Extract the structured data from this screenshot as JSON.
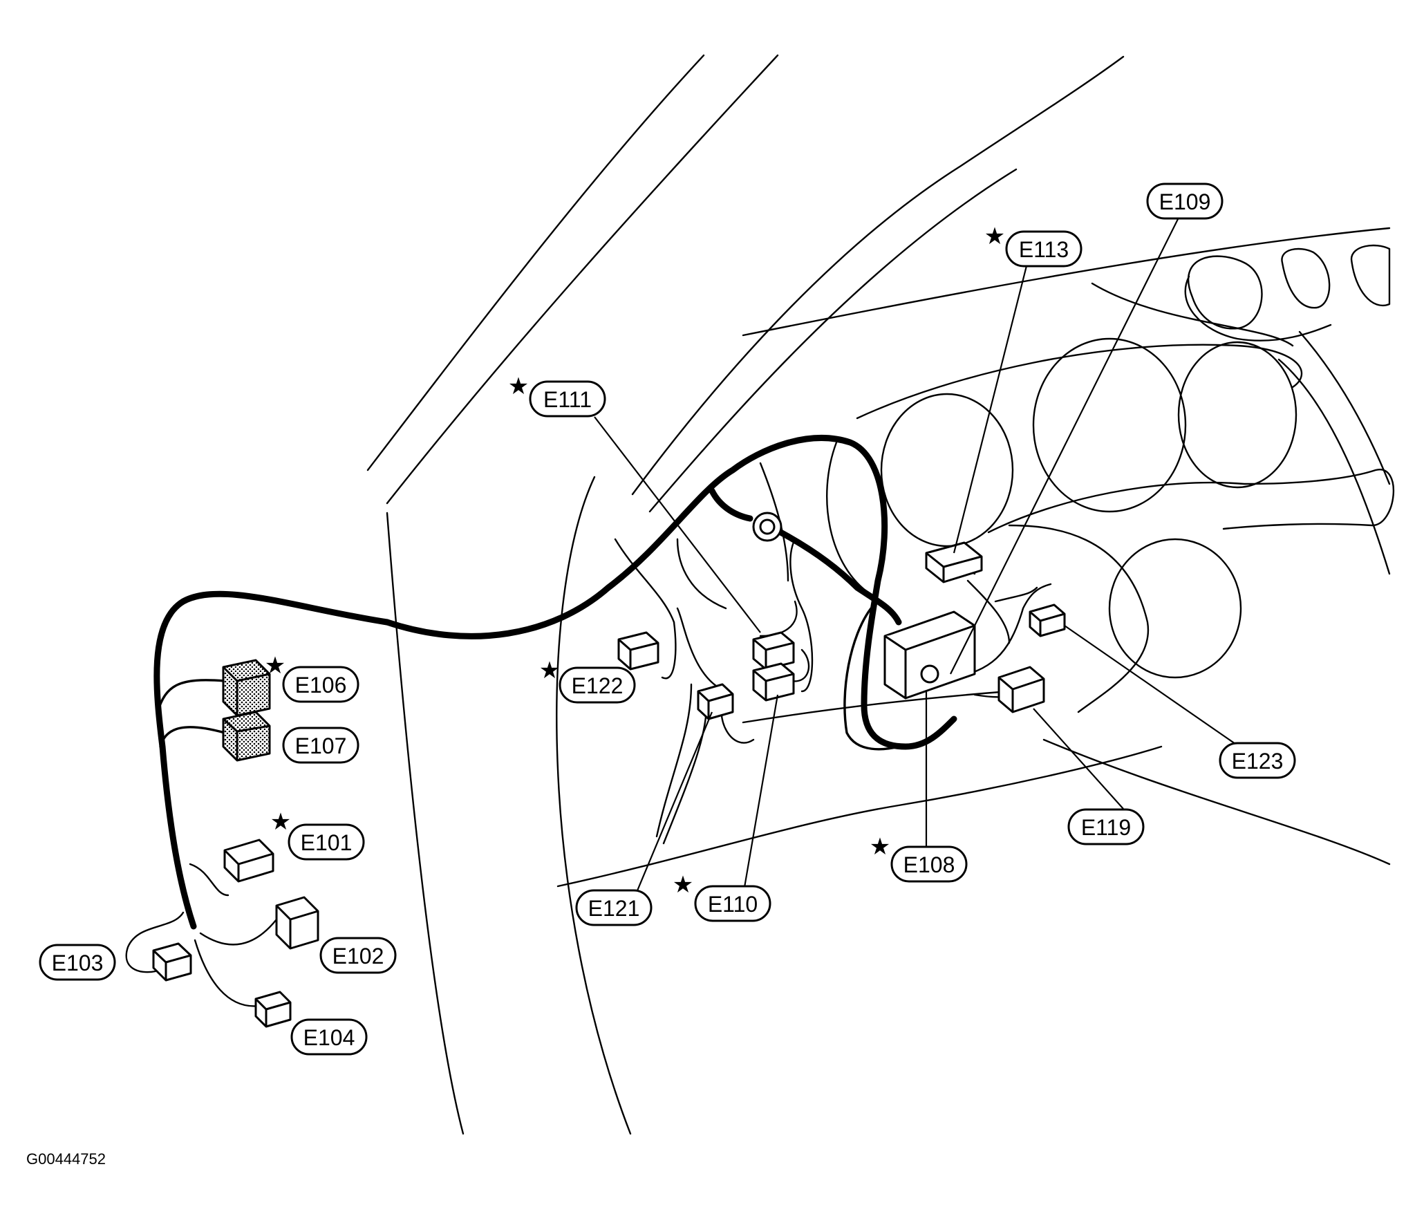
{
  "figure_id": "G00444752",
  "connectors": [
    {
      "id": "E101",
      "starred": true
    },
    {
      "id": "E102",
      "starred": false
    },
    {
      "id": "E103",
      "starred": false
    },
    {
      "id": "E104",
      "starred": false
    },
    {
      "id": "E106",
      "starred": true
    },
    {
      "id": "E107",
      "starred": false
    },
    {
      "id": "E108",
      "starred": true
    },
    {
      "id": "E109",
      "starred": false
    },
    {
      "id": "E110",
      "starred": true
    },
    {
      "id": "E111",
      "starred": true
    },
    {
      "id": "E113",
      "starred": true
    },
    {
      "id": "E119",
      "starred": false
    },
    {
      "id": "E121",
      "starred": false
    },
    {
      "id": "E122",
      "starred": true
    },
    {
      "id": "E123",
      "starred": false
    }
  ],
  "star_symbol": "★"
}
